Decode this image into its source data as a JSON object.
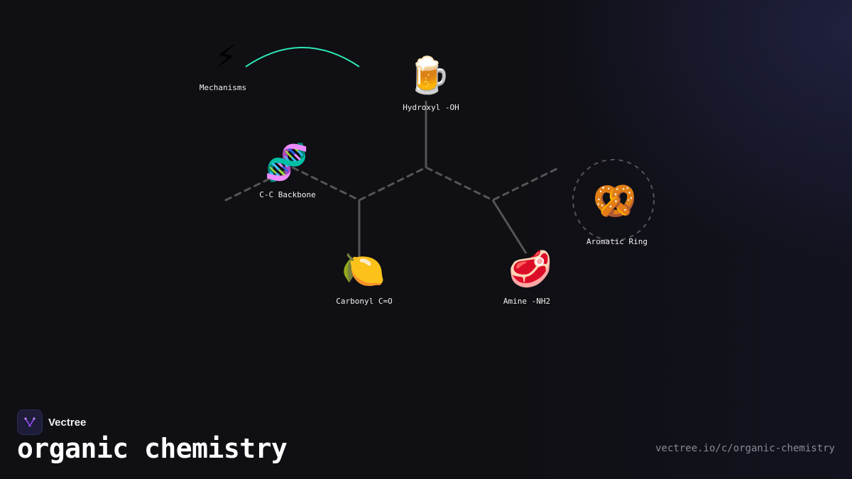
{
  "brand": {
    "name": "Vectree",
    "logo_icon": "vectree-logo-icon"
  },
  "page": {
    "title": "organic chemistry",
    "url": "vectree.io/c/organic-chemistry"
  },
  "colors": {
    "background": "#0f0f14",
    "bond": "#555555",
    "accent_arc": "#2ee6b6",
    "label": "#f2f2f2",
    "muted": "#8a8a96"
  },
  "nodes": [
    {
      "id": "mechanisms",
      "label": "Mechanisms",
      "icon": "lightning-icon",
      "glyph": "⚡"
    },
    {
      "id": "hydroxyl",
      "label": "Hydroxyl -OH",
      "icon": "beer-mug-icon",
      "glyph": "🍺"
    },
    {
      "id": "backbone",
      "label": "C-C Backbone",
      "icon": "dna-icon",
      "glyph": "🧬"
    },
    {
      "id": "aromatic",
      "label": "Aromatic Ring",
      "icon": "pretzel-icon",
      "glyph": "🥨"
    },
    {
      "id": "carbonyl",
      "label": "Carbonyl C=O",
      "icon": "lemon-icon",
      "glyph": "🍋"
    },
    {
      "id": "amine",
      "label": "Amine -NH2",
      "icon": "meat-icon",
      "glyph": "🥩"
    }
  ]
}
